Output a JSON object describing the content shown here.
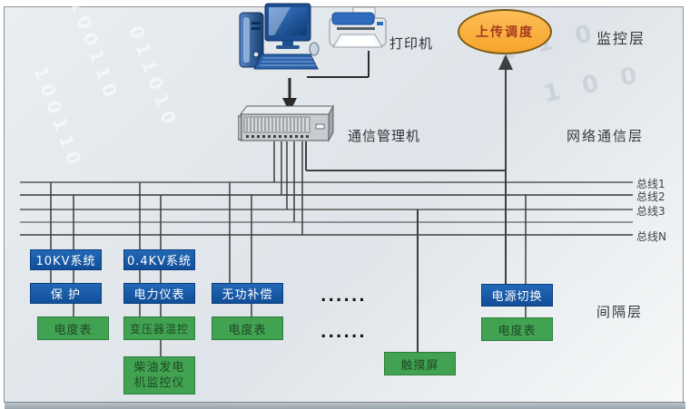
{
  "layers": {
    "monitoring": {
      "label": "监控层"
    },
    "network": {
      "label": "网络通信层"
    },
    "bay": {
      "label": "间隔层"
    }
  },
  "nodes": {
    "printer_label": "打印机",
    "upload_dispatch": "上传调度",
    "comm_manager": "通信管理机",
    "kv10_system": "10KV系统",
    "kv04_system": "0.4KV系统",
    "protection": "保 护",
    "power_instruments": "电力仪表",
    "reactive_compensation": "无功补偿",
    "power_switchover": "电源切换",
    "energy_meter_1": "电度表",
    "transformer_temp_control": "变压器温控",
    "energy_meter_2": "电度表",
    "diesel_monitor_line1": "柴油发电",
    "diesel_monitor_line2": "机监控仪",
    "touch_screen": "触摸屏",
    "energy_meter_3": "电度表"
  },
  "buses": [
    {
      "label": "总线1"
    },
    {
      "label": "总线2"
    },
    {
      "label": "总线3"
    },
    {
      "label": ""
    },
    {
      "label": "总线N"
    }
  ],
  "ellipsis_rows": [
    "......",
    "......"
  ],
  "background_binary": [
    "100110",
    "011010",
    "1 1 0",
    "1 0 0"
  ],
  "icons": {
    "computer": "desktop-computer-icon",
    "printer": "printer-icon",
    "comm_manager": "rack-server-icon"
  },
  "colors": {
    "box_blue": "#1558A6",
    "box_green": "#41A351",
    "ellipse_orange": "#F7A42C",
    "ellipse_text": "#A63A22",
    "line_gray": "#555555"
  }
}
